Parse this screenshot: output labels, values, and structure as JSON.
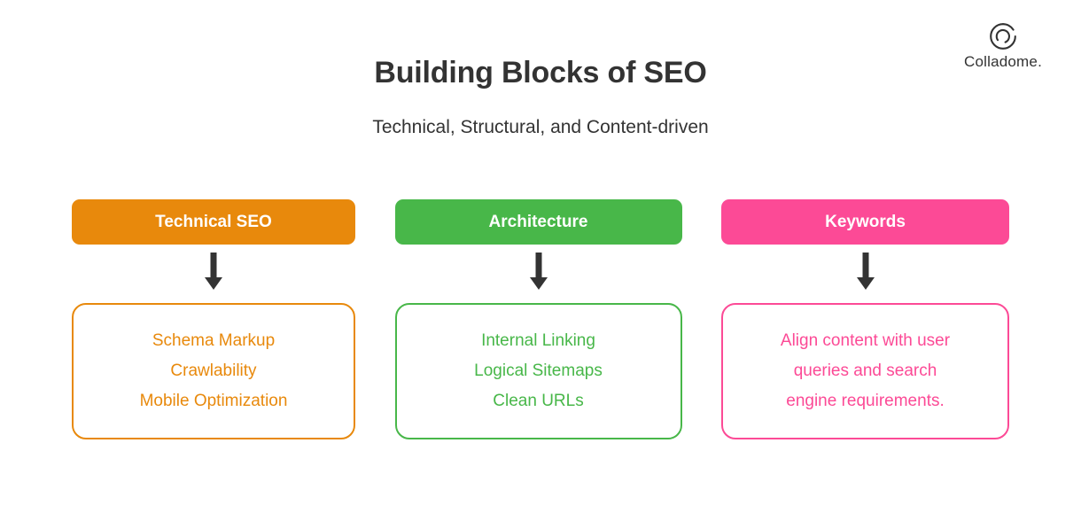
{
  "brand": {
    "mark_icon": "colladome-circle-icon",
    "name": "Colladome."
  },
  "header": {
    "title": "Building Blocks of SEO",
    "subtitle": "Technical, Structural, and Content-driven"
  },
  "colors": {
    "orange": "#E8890C",
    "green": "#48B749",
    "pink": "#FC4A96",
    "text_dark": "#333333",
    "arrow": "#333333",
    "background": "#FFFFFF"
  },
  "columns": [
    {
      "id": "technical-seo",
      "header_label": "Technical SEO",
      "color": "#E8890C",
      "arrow_icon": "arrow-down-icon",
      "lines": [
        "Schema Markup",
        "Crawlability",
        "Mobile Optimization"
      ]
    },
    {
      "id": "architecture",
      "header_label": "Architecture",
      "color": "#48B749",
      "arrow_icon": "arrow-down-icon",
      "lines": [
        "Internal Linking",
        "Logical Sitemaps",
        "Clean URLs"
      ]
    },
    {
      "id": "keywords",
      "header_label": "Keywords",
      "color": "#FC4A96",
      "arrow_icon": "arrow-down-icon",
      "lines": [
        "Align content with user",
        "queries and search",
        "engine requirements."
      ]
    }
  ]
}
